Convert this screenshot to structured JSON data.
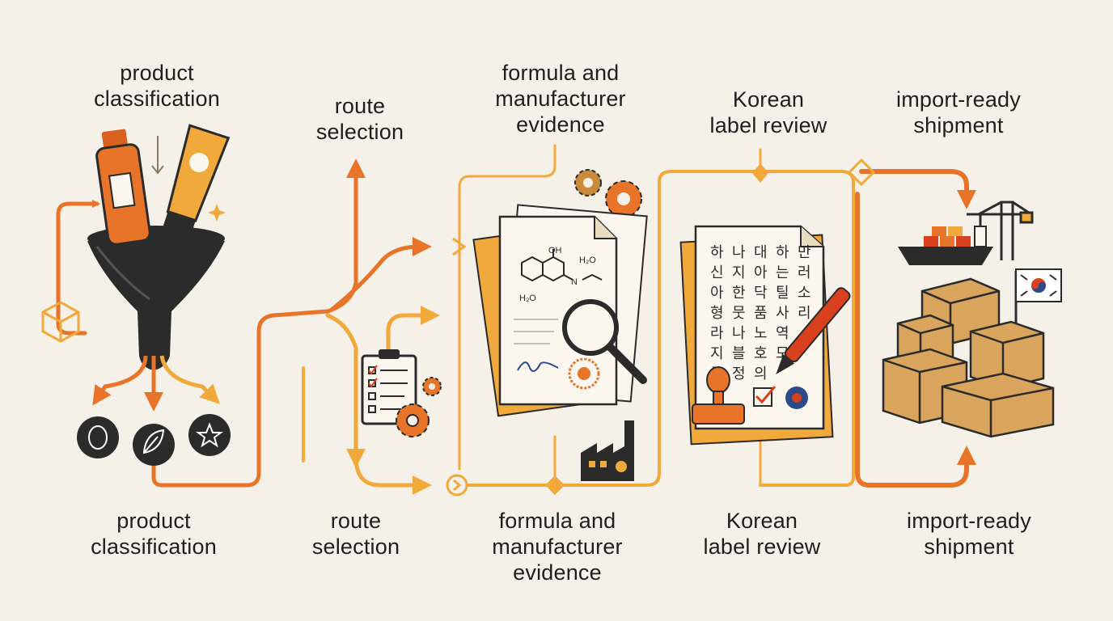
{
  "colors": {
    "background": "#f5f1e8",
    "orange": "#e8742a",
    "amber": "#f2a93b",
    "dark": "#2b2b2b",
    "paper": "#fbf7ee",
    "cardboard": "#d9a45c"
  },
  "labels": {
    "top": {
      "classification": "product\nclassification",
      "route": "route\nselection",
      "evidence": "formula and\nmanufacturer\nevidence",
      "korean": "Korean\nlabel review",
      "shipment": "import-ready\nshipment"
    },
    "bottom": {
      "classification": "product\nclassification",
      "route": "route\nselection",
      "evidence": "formula and\nmanufacturer\nevidence",
      "korean": "Korean\nlabel review",
      "shipment": "import-ready\nshipment"
    }
  },
  "chemistry": {
    "oh": "OH",
    "h2o_a": "H₂O",
    "h2o_b": "H₂O",
    "n": "N"
  },
  "korean_columns": [
    "하신아형라지금",
    "나지한뭇나블정",
    "대아닥품노호의",
    "하는틸사역모",
    "만러소리"
  ],
  "icons": [
    "funnel-icon",
    "bottle-icon",
    "tube-icon",
    "face-icon",
    "leaf-icon",
    "star-icon",
    "clipboard-icon",
    "gear-icon",
    "document-icon",
    "magnifier-icon",
    "seal-icon",
    "factory-icon",
    "pen-icon",
    "stamp-icon",
    "ship-icon",
    "crane-icon",
    "boxes-icon",
    "korea-flag-icon",
    "diamond-icon",
    "cube-icon"
  ]
}
